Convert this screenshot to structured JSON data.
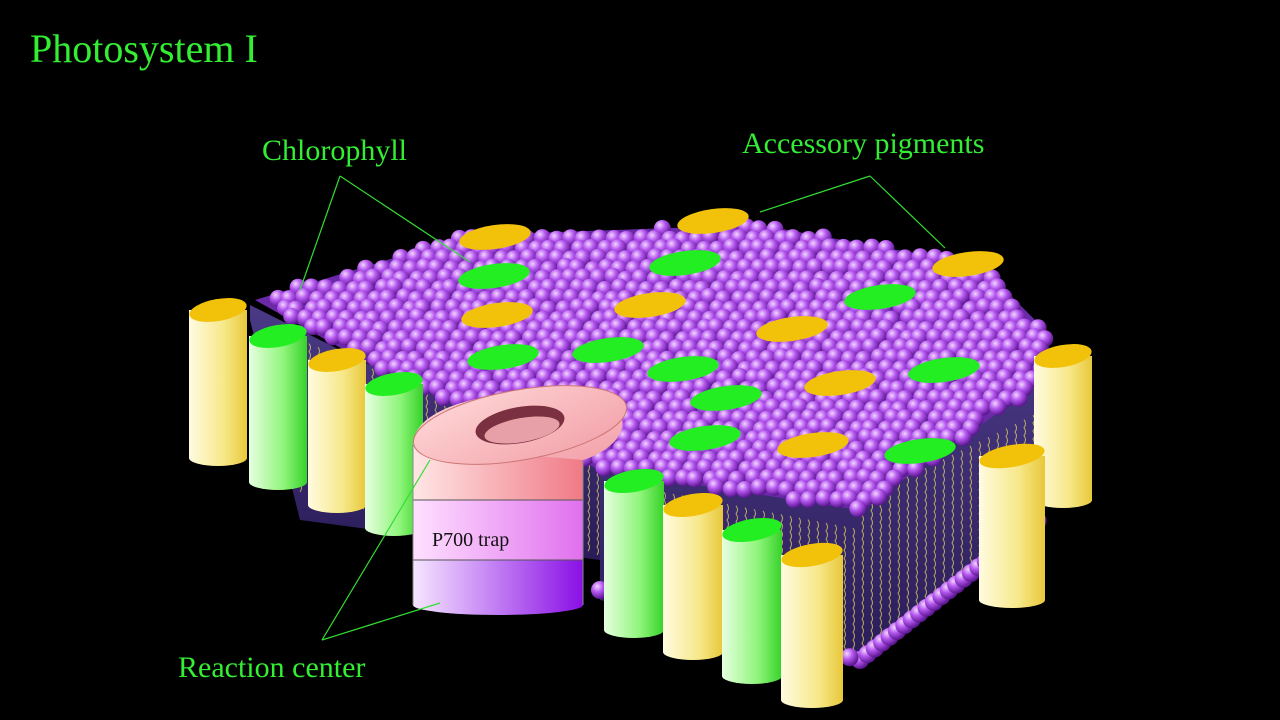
{
  "title": "Photosystem I",
  "labels": {
    "chlorophyll": "Chlorophyll",
    "accessory_pigments": "Accessory pigments",
    "reaction_center": "Reaction center",
    "p700_trap": "P700 trap"
  },
  "colors": {
    "background": "#000000",
    "label_green": "#33ee33",
    "chlorophyll_green": "#22ee22",
    "accessory_yellow": "#f2c20a",
    "lipid_purple": "#b44cf0",
    "membrane_side": "#3a2a6e",
    "reaction_center_pink": "#f4a8b0",
    "reaction_center_violet": "#9a22e8"
  }
}
